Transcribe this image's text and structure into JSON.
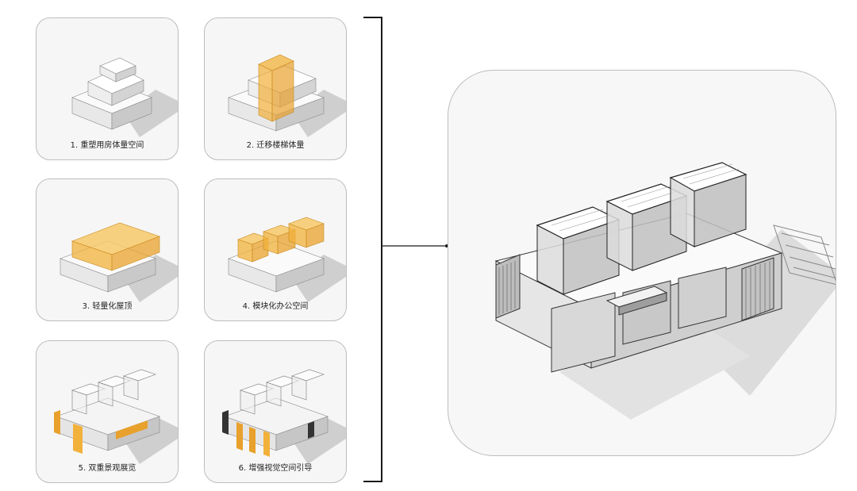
{
  "colors": {
    "accent": "#f2b13a",
    "frame": "#1a1a1a",
    "card_border": "#bdbdbd",
    "card_bg": "#f6f6f6"
  },
  "steps": [
    {
      "caption": "1. 重塑用房体量空间"
    },
    {
      "caption": "2. 迁移楼梯体量"
    },
    {
      "caption": "3. 轻量化屋顶"
    },
    {
      "caption": "4. 模块化办公空间"
    },
    {
      "caption": "5. 双重景观展览"
    },
    {
      "caption": "6. 增强视觉空间引导"
    }
  ]
}
